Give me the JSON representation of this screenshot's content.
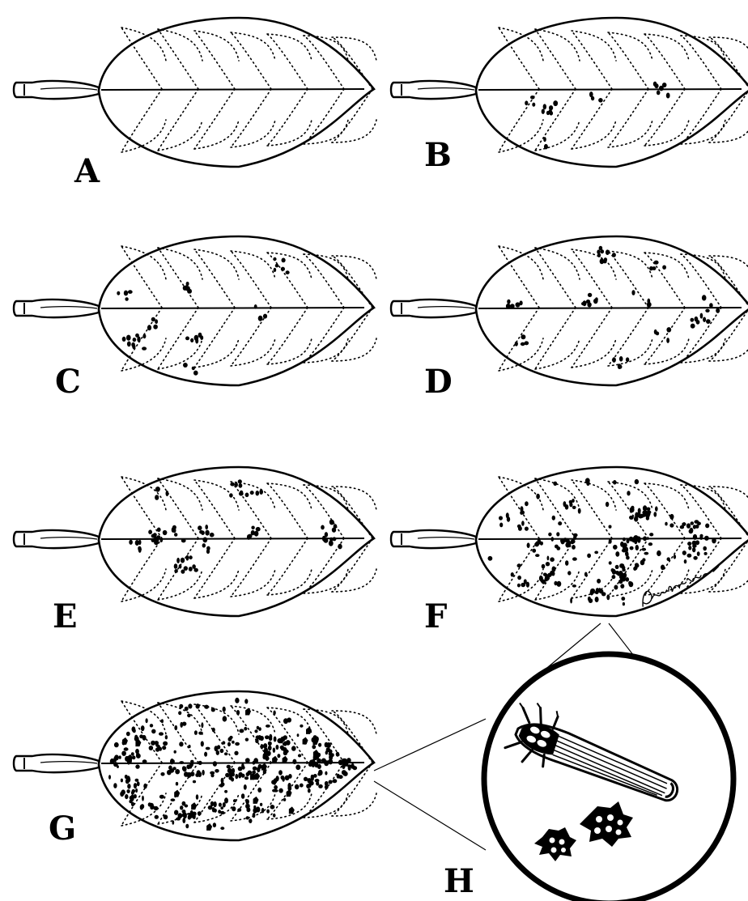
{
  "figure": {
    "panels": [
      {
        "id": "A",
        "label": "A",
        "infestation_level": 0
      },
      {
        "id": "B",
        "label": "B",
        "infestation_level": 1
      },
      {
        "id": "C",
        "label": "C",
        "infestation_level": 2
      },
      {
        "id": "D",
        "label": "D",
        "infestation_level": 3
      },
      {
        "id": "E",
        "label": "E",
        "infestation_level": 4
      },
      {
        "id": "F",
        "label": "F",
        "infestation_level": 5
      },
      {
        "id": "G",
        "label": "G",
        "infestation_level": 6
      }
    ],
    "inset": {
      "id": "H",
      "label": "H"
    },
    "signature": "Patricio Molina",
    "ink_color": "#000000"
  }
}
